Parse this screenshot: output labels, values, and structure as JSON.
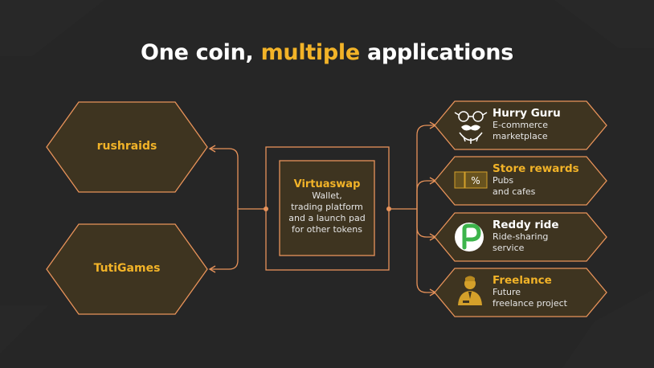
{
  "title": {
    "part1": "One coin, ",
    "highlight": "multiple",
    "part2": " applications"
  },
  "left_nodes": [
    {
      "label": "rushraids"
    },
    {
      "label": "TutiGames"
    }
  ],
  "center": {
    "title": "Virtuaswap",
    "lines": [
      "Wallet,",
      "trading platform",
      "and a launch pad",
      "for other tokens"
    ]
  },
  "apps": [
    {
      "name": "Hurry Guru",
      "lines": [
        "E-commerce",
        "marketplace"
      ],
      "icon": "mustache-glasses-icon",
      "name_color": "#ffffff"
    },
    {
      "name": "Store rewards",
      "lines": [
        "Pubs",
        "and cafes"
      ],
      "icon": "discount-ticket-icon",
      "name_color": "#f2b328"
    },
    {
      "name": "Reddy ride",
      "lines": [
        "Ride-sharing",
        "service"
      ],
      "icon": "reddy-ride-logo-icon",
      "name_color": "#ffffff"
    },
    {
      "name": "Freelance",
      "lines": [
        "Future",
        "freelance project"
      ],
      "icon": "freelancer-person-icon",
      "name_color": "#f2b328"
    }
  ],
  "colors": {
    "accent": "#f2b328",
    "line": "#e8935a",
    "box_fill": "#3e3420",
    "background": "#262626"
  }
}
